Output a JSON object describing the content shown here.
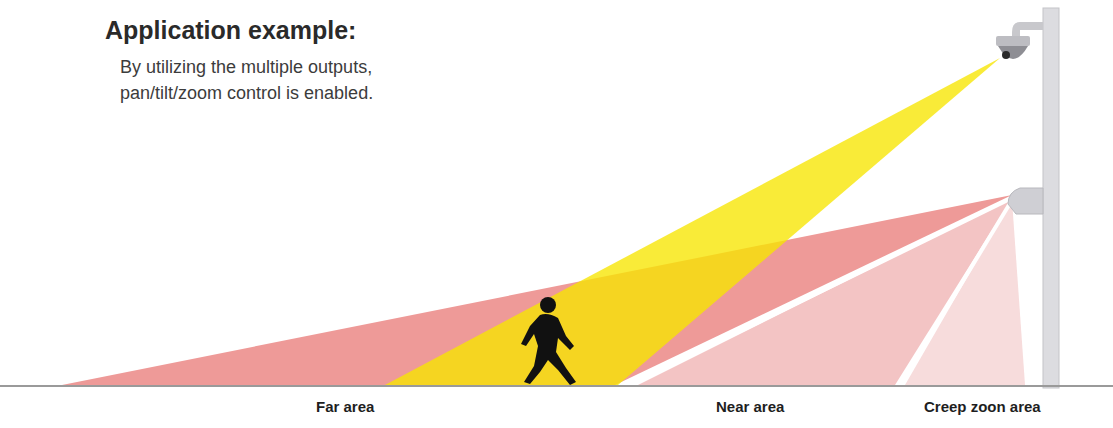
{
  "diagram": {
    "title": "Application example:",
    "labels": [
      "By utilizing the multiple outputs, pan/tilt/zoom control is enabled.",
      "Far area",
      "Near area",
      "Creep zoon area"
    ]
  }
}
